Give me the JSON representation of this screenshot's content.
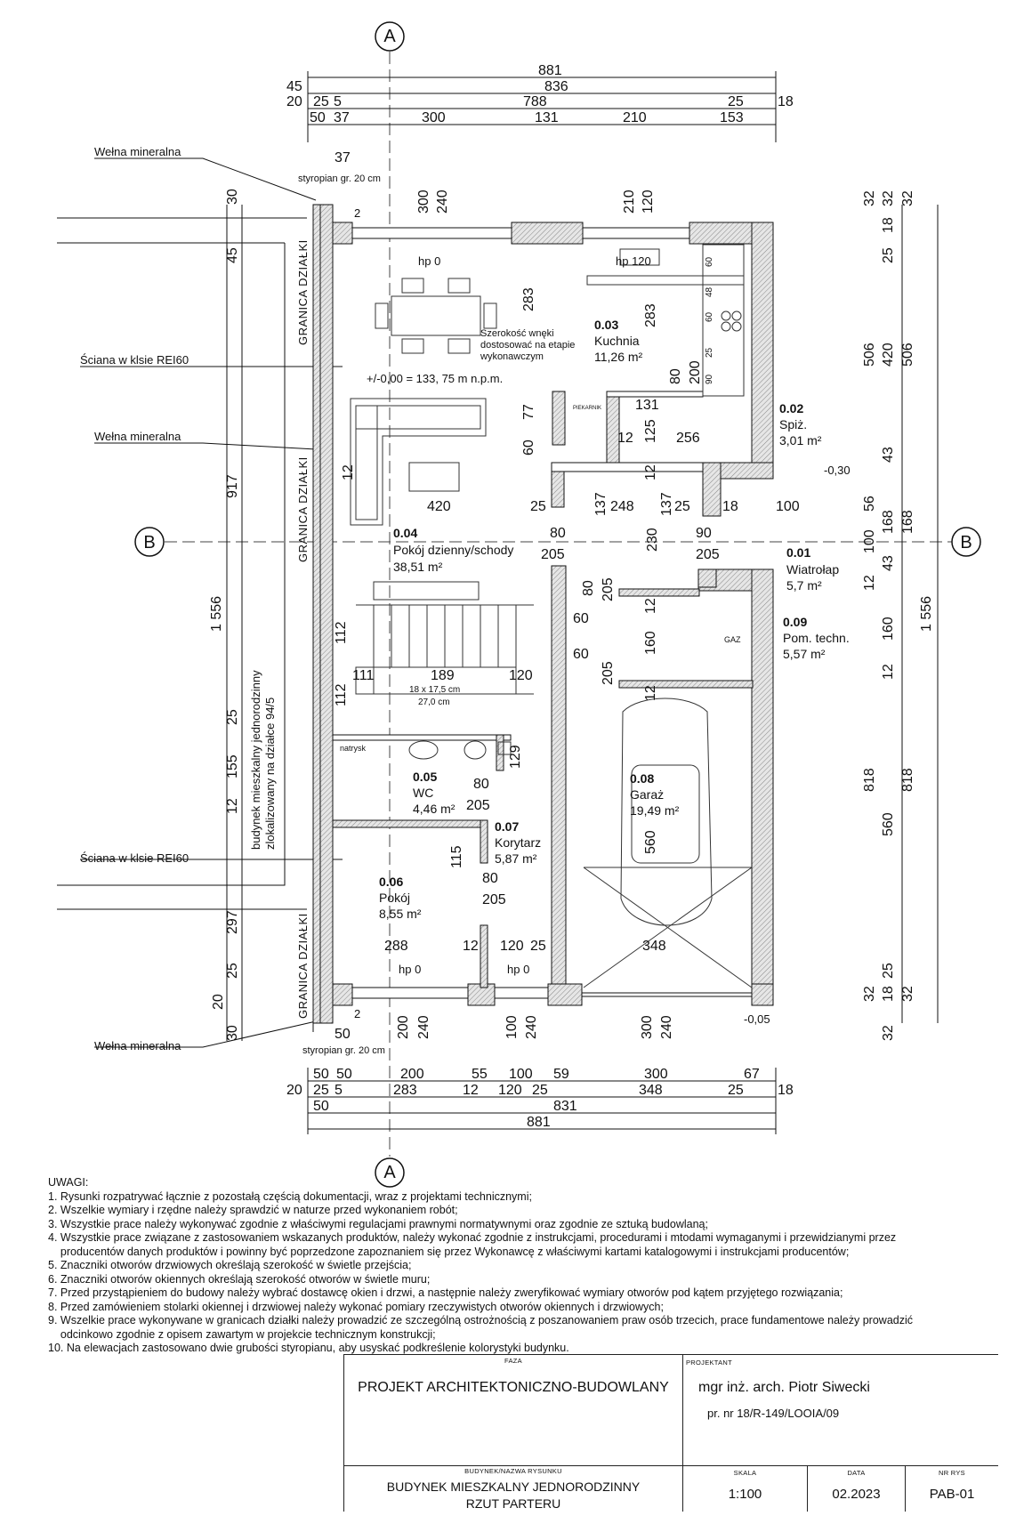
{
  "axis_labels": {
    "a": "A",
    "b": "B"
  },
  "dimensions_top": {
    "row1": [
      "881"
    ],
    "row2": [
      "45",
      "836"
    ],
    "row3": [
      "20",
      "25",
      "5",
      "788",
      "25",
      "18"
    ],
    "row4": [
      "50",
      "37",
      "300",
      "131",
      "210",
      "153"
    ],
    "small": "37",
    "styro": "styropian gr. 20 cm"
  },
  "dimensions_bottom": {
    "row1": [
      "50",
      "50",
      "200",
      "55",
      "100",
      "59",
      "300",
      "67"
    ],
    "row2": [
      "20",
      "25",
      "5",
      "283",
      "12",
      "120",
      "25",
      "348",
      "25",
      "18"
    ],
    "row3": [
      "50",
      "831"
    ],
    "row4": [
      "881"
    ],
    "small": "50",
    "styro": "styropian gr. 20 cm"
  },
  "dimensions_left": [
    "30",
    "45",
    "917",
    "1 556",
    "25",
    "155",
    "12",
    "297",
    "25",
    "20",
    "30"
  ],
  "dimensions_right_outer": [
    "32",
    "32",
    "32",
    "18",
    "25",
    "506",
    "420",
    "506",
    "43",
    "56",
    "168",
    "168",
    "100",
    "43",
    "12",
    "160",
    "1 556",
    "12",
    "818",
    "560",
    "818",
    "25",
    "32",
    "18",
    "32",
    "32"
  ],
  "window_dims_top": [
    "300",
    "240",
    "210",
    "120"
  ],
  "window_dims_bottom": [
    "200",
    "240",
    "100",
    "240",
    "300",
    "240"
  ],
  "callouts": {
    "welna1": "Wełna mineralna",
    "sciana1": "Ściana w klsie REI60",
    "welna2": "Wełna mineralna",
    "sciana2": "Ściana w klsie REI60",
    "welna3": "Wełna mineralna"
  },
  "granica": "GRANICA DZIAŁKI",
  "neighbour_note": [
    "budynek mieszkalny jednorodzinny",
    "zlokalizowany na działce 94/5"
  ],
  "interior": {
    "hp_kitchen": "hp 0",
    "hp_kitchen2": "hp 120",
    "wneka_note": [
      "Szerokość wnęki",
      "dostosować na etapie",
      "wykonawczym"
    ],
    "level": "+/-0,00 = 133, 75 m n.p.m.",
    "piekarnik": "PIEKARNIK",
    "gaz": "GAZ",
    "stairs": [
      "18 x 17,5 cm",
      "27,0 cm"
    ],
    "natrysk": "natrysk",
    "hp_pokoj": "hp 0",
    "hp_kor": "hp 0",
    "lvl_outside1": "-0,30",
    "lvl_outside2": "-0,05",
    "inner_dims": [
      "283",
      "283",
      "77",
      "60",
      "420",
      "25",
      "248",
      "137",
      "137",
      "25",
      "18",
      "100",
      "80",
      "205",
      "230",
      "90",
      "205",
      "131",
      "125",
      "12",
      "256",
      "80",
      "200",
      "90",
      "25",
      "60",
      "48",
      "60",
      "12",
      "80",
      "60",
      "205",
      "60",
      "205",
      "12",
      "160",
      "12",
      "560",
      "348",
      "112",
      "111",
      "189",
      "120",
      "112",
      "129",
      "80",
      "205",
      "115",
      "80",
      "205",
      "288",
      "12",
      "120",
      "25",
      "12",
      "2",
      "2"
    ]
  },
  "rooms": [
    {
      "no": "0.03",
      "name": "Kuchnia",
      "area": "11,26 m²"
    },
    {
      "no": "0.02",
      "name": "Spiż.",
      "area": "3,01 m²"
    },
    {
      "no": "0.04",
      "name": "Pokój dzienny/schody",
      "area": "38,51 m²"
    },
    {
      "no": "0.01",
      "name": "Wiatrołap",
      "area": "5,7 m²"
    },
    {
      "no": "0.09",
      "name": "Pom. techn.",
      "area": "5,57 m²"
    },
    {
      "no": "0.05",
      "name": "WC",
      "area": "4,46 m²"
    },
    {
      "no": "0.07",
      "name": "Korytarz",
      "area": "5,87 m²"
    },
    {
      "no": "0.08",
      "name": "Garaż",
      "area": "19,49 m²"
    },
    {
      "no": "0.06",
      "name": "Pokój",
      "area": "8,55 m²"
    }
  ],
  "notes": {
    "heading": "UWAGI:",
    "items": [
      "1. Rysunki rozpatrywać łącznie z pozostałą częścią dokumentacji, wraz z projektami technicznymi;",
      "2. Wszelkie wymiary i rzędne należy sprawdzić w naturze przed wykonaniem robót;",
      "3. Wszystkie prace należy wykonywać zgodnie z właściwymi regulacjami prawnymi normatywnymi oraz zgodnie ze sztuką budowlaną;",
      "4. Wszystkie prace związane z zastosowaniem wskazanych produktów, należy wykonać zgodnie z instrukcjami, procedurami i mtodami wymaganymi i przewidzianymi przez\n    producentów danych produktów i powinny być poprzedzone zapoznaniem się przez Wykonawcę z właściwymi kartami katalogowymi i instrukcjami producentów;",
      "5. Znaczniki otworów drzwiowych określają szerokość w świetle przejścia;",
      "6. Znaczniki otworów okiennych określają szerokość otworów w świetle muru;",
      "7. Przed przystąpieniem do budowy należy wybrać dostawcę okien i drzwi, a następnie należy zweryfikować wymiary otworów pod kątem przyjętego rozwiązania;",
      "8. Przed zamówieniem stolarki okiennej i drzwiowej należy wykonać pomiary rzeczywistych otworów okiennych i drzwiowych;",
      "9. Wszelkie prace wykonywane w granicach działki należy prowadzić ze szczególną ostrożnością z poszanowaniem praw osób trzecich, prace fundamentowe należy prowadzić\n    odcinkowo zgodnie z opisem zawartym w projekcie technicznym konstrukcji;",
      "10. Na elewacjach zastosowano dwie grubości styropianu, aby usyskać podkreślenie kolorystyki budynku."
    ]
  },
  "title_block": {
    "faza_label": "FAZA",
    "faza": "PROJEKT ARCHITEKTONICZNO-BUDOWLANY",
    "projektant_label": "PROJEKTANT",
    "projektant": "mgr inż. arch. Piotr Siwecki",
    "uprawnienia": "pr. nr 18/R-149/LOOIA/09",
    "budynek_label": "BUDYNEK/NAZWA RYSUNKU",
    "budynek": "BUDYNEK MIESZKALNY JEDNORODZINNY",
    "rysunek": "RZUT PARTERU",
    "skala_label": "SKALA",
    "skala": "1:100",
    "data_label": "DATA",
    "data": "02.2023",
    "nr_label": "NR RYS",
    "nr": "PAB-01"
  }
}
